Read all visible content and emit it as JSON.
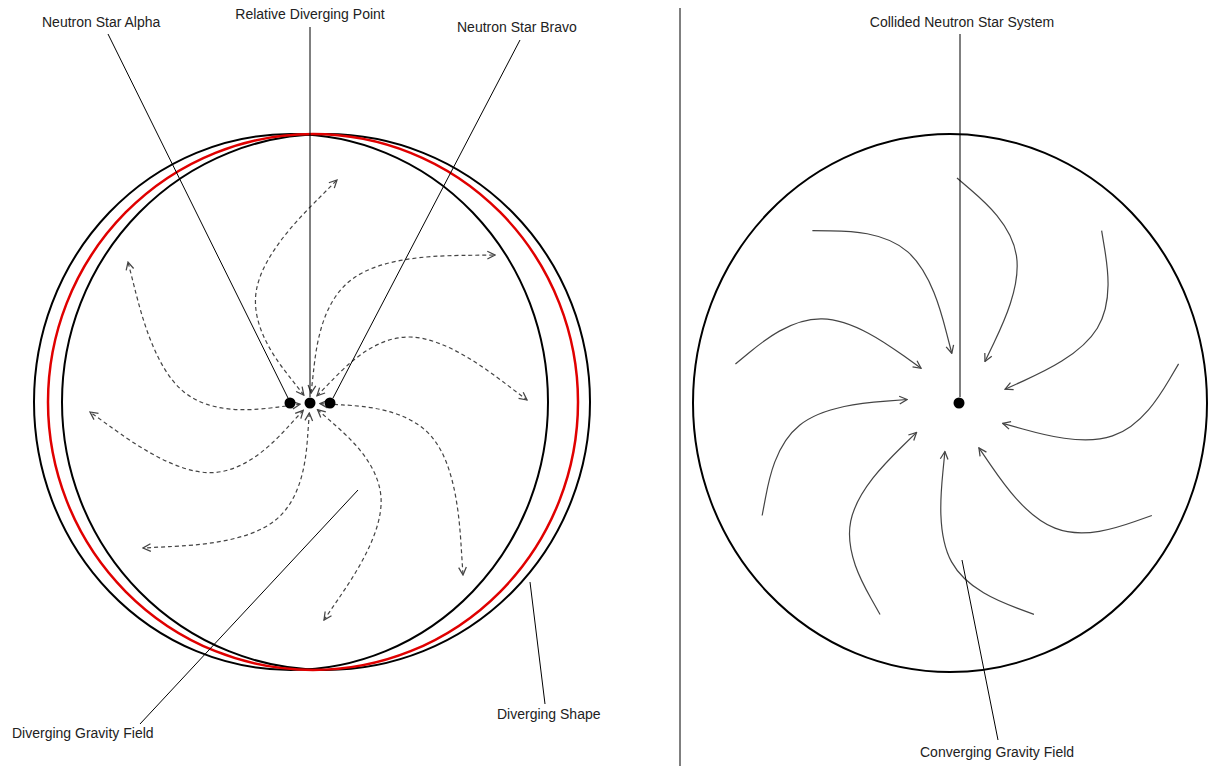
{
  "diagram": {
    "labels": [
      "Relative Diverging Point",
      "Neutron Star Alpha",
      "Neutron Star Bravo",
      "Diverging Gravity Field",
      "Diverging Shape",
      "Collided Neutron Star System",
      "Converging Gravity Field"
    ]
  }
}
